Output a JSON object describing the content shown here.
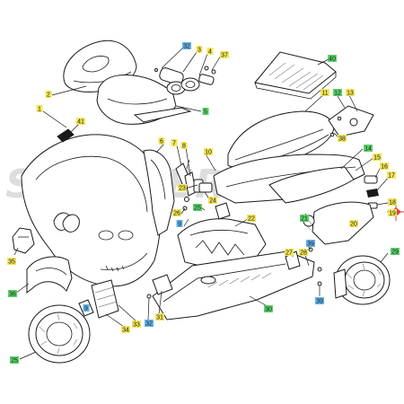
{
  "watermark": "SCOOTER",
  "colors": {
    "yellow": "#f3e65a",
    "green": "#5bd16a",
    "blue": "#63b0e8",
    "marker": "#e53935",
    "ink": "#1a1a1a"
  },
  "callouts": [
    {
      "id": "c1",
      "text": "1",
      "hl": "yellow"
    },
    {
      "id": "c2",
      "text": "2",
      "hl": "yellow"
    },
    {
      "id": "c3",
      "text": "3",
      "hl": "yellow"
    },
    {
      "id": "c4",
      "text": "4",
      "hl": "yellow"
    },
    {
      "id": "c5",
      "text": "5",
      "hl": "green"
    },
    {
      "id": "c6",
      "text": "6",
      "hl": "yellow"
    },
    {
      "id": "c7",
      "text": "7",
      "hl": "yellow"
    },
    {
      "id": "c8",
      "text": "8",
      "hl": "yellow"
    },
    {
      "id": "c9a",
      "text": "9",
      "hl": "blue"
    },
    {
      "id": "c9b",
      "text": "9",
      "hl": "blue"
    },
    {
      "id": "c10",
      "text": "10",
      "hl": "yellow"
    },
    {
      "id": "c11",
      "text": "11",
      "hl": "yellow"
    },
    {
      "id": "c12",
      "text": "12",
      "hl": "green"
    },
    {
      "id": "c13",
      "text": "13",
      "hl": "yellow"
    },
    {
      "id": "c14",
      "text": "14",
      "hl": "green"
    },
    {
      "id": "c15",
      "text": "15",
      "hl": "yellow"
    },
    {
      "id": "c16",
      "text": "16",
      "hl": "yellow"
    },
    {
      "id": "c17",
      "text": "17",
      "hl": "yellow"
    },
    {
      "id": "c18",
      "text": "18",
      "hl": "yellow"
    },
    {
      "id": "c19",
      "text": "19",
      "hl": "yellow"
    },
    {
      "id": "c20",
      "text": "20",
      "hl": "yellow"
    },
    {
      "id": "c21",
      "text": "21",
      "hl": "green"
    },
    {
      "id": "c22",
      "text": "22",
      "hl": "yellow"
    },
    {
      "id": "c23",
      "text": "23",
      "hl": "yellow"
    },
    {
      "id": "c24",
      "text": "24",
      "hl": "yellow"
    },
    {
      "id": "c25a",
      "text": "25",
      "hl": "green"
    },
    {
      "id": "c25b",
      "text": "25",
      "hl": "green"
    },
    {
      "id": "c26",
      "text": "26",
      "hl": "yellow"
    },
    {
      "id": "c27",
      "text": "27",
      "hl": "yellow"
    },
    {
      "id": "c28",
      "text": "28",
      "hl": "yellow"
    },
    {
      "id": "c29",
      "text": "29",
      "hl": "green"
    },
    {
      "id": "c30",
      "text": "30",
      "hl": "green"
    },
    {
      "id": "c31",
      "text": "31",
      "hl": "yellow"
    },
    {
      "id": "c32a",
      "text": "32",
      "hl": "blue"
    },
    {
      "id": "c32b",
      "text": "32",
      "hl": "blue"
    },
    {
      "id": "c33",
      "text": "33",
      "hl": "yellow"
    },
    {
      "id": "c34",
      "text": "34",
      "hl": "yellow"
    },
    {
      "id": "c35",
      "text": "35",
      "hl": "yellow"
    },
    {
      "id": "c36",
      "text": "36",
      "hl": "green"
    },
    {
      "id": "c37",
      "text": "37",
      "hl": "yellow"
    },
    {
      "id": "c38",
      "text": "38",
      "hl": "yellow"
    },
    {
      "id": "c39a",
      "text": "39",
      "hl": "blue"
    },
    {
      "id": "c39b",
      "text": "39",
      "hl": "blue"
    },
    {
      "id": "c40",
      "text": "40",
      "hl": "green"
    },
    {
      "id": "c41",
      "text": "41",
      "hl": "yellow"
    }
  ]
}
